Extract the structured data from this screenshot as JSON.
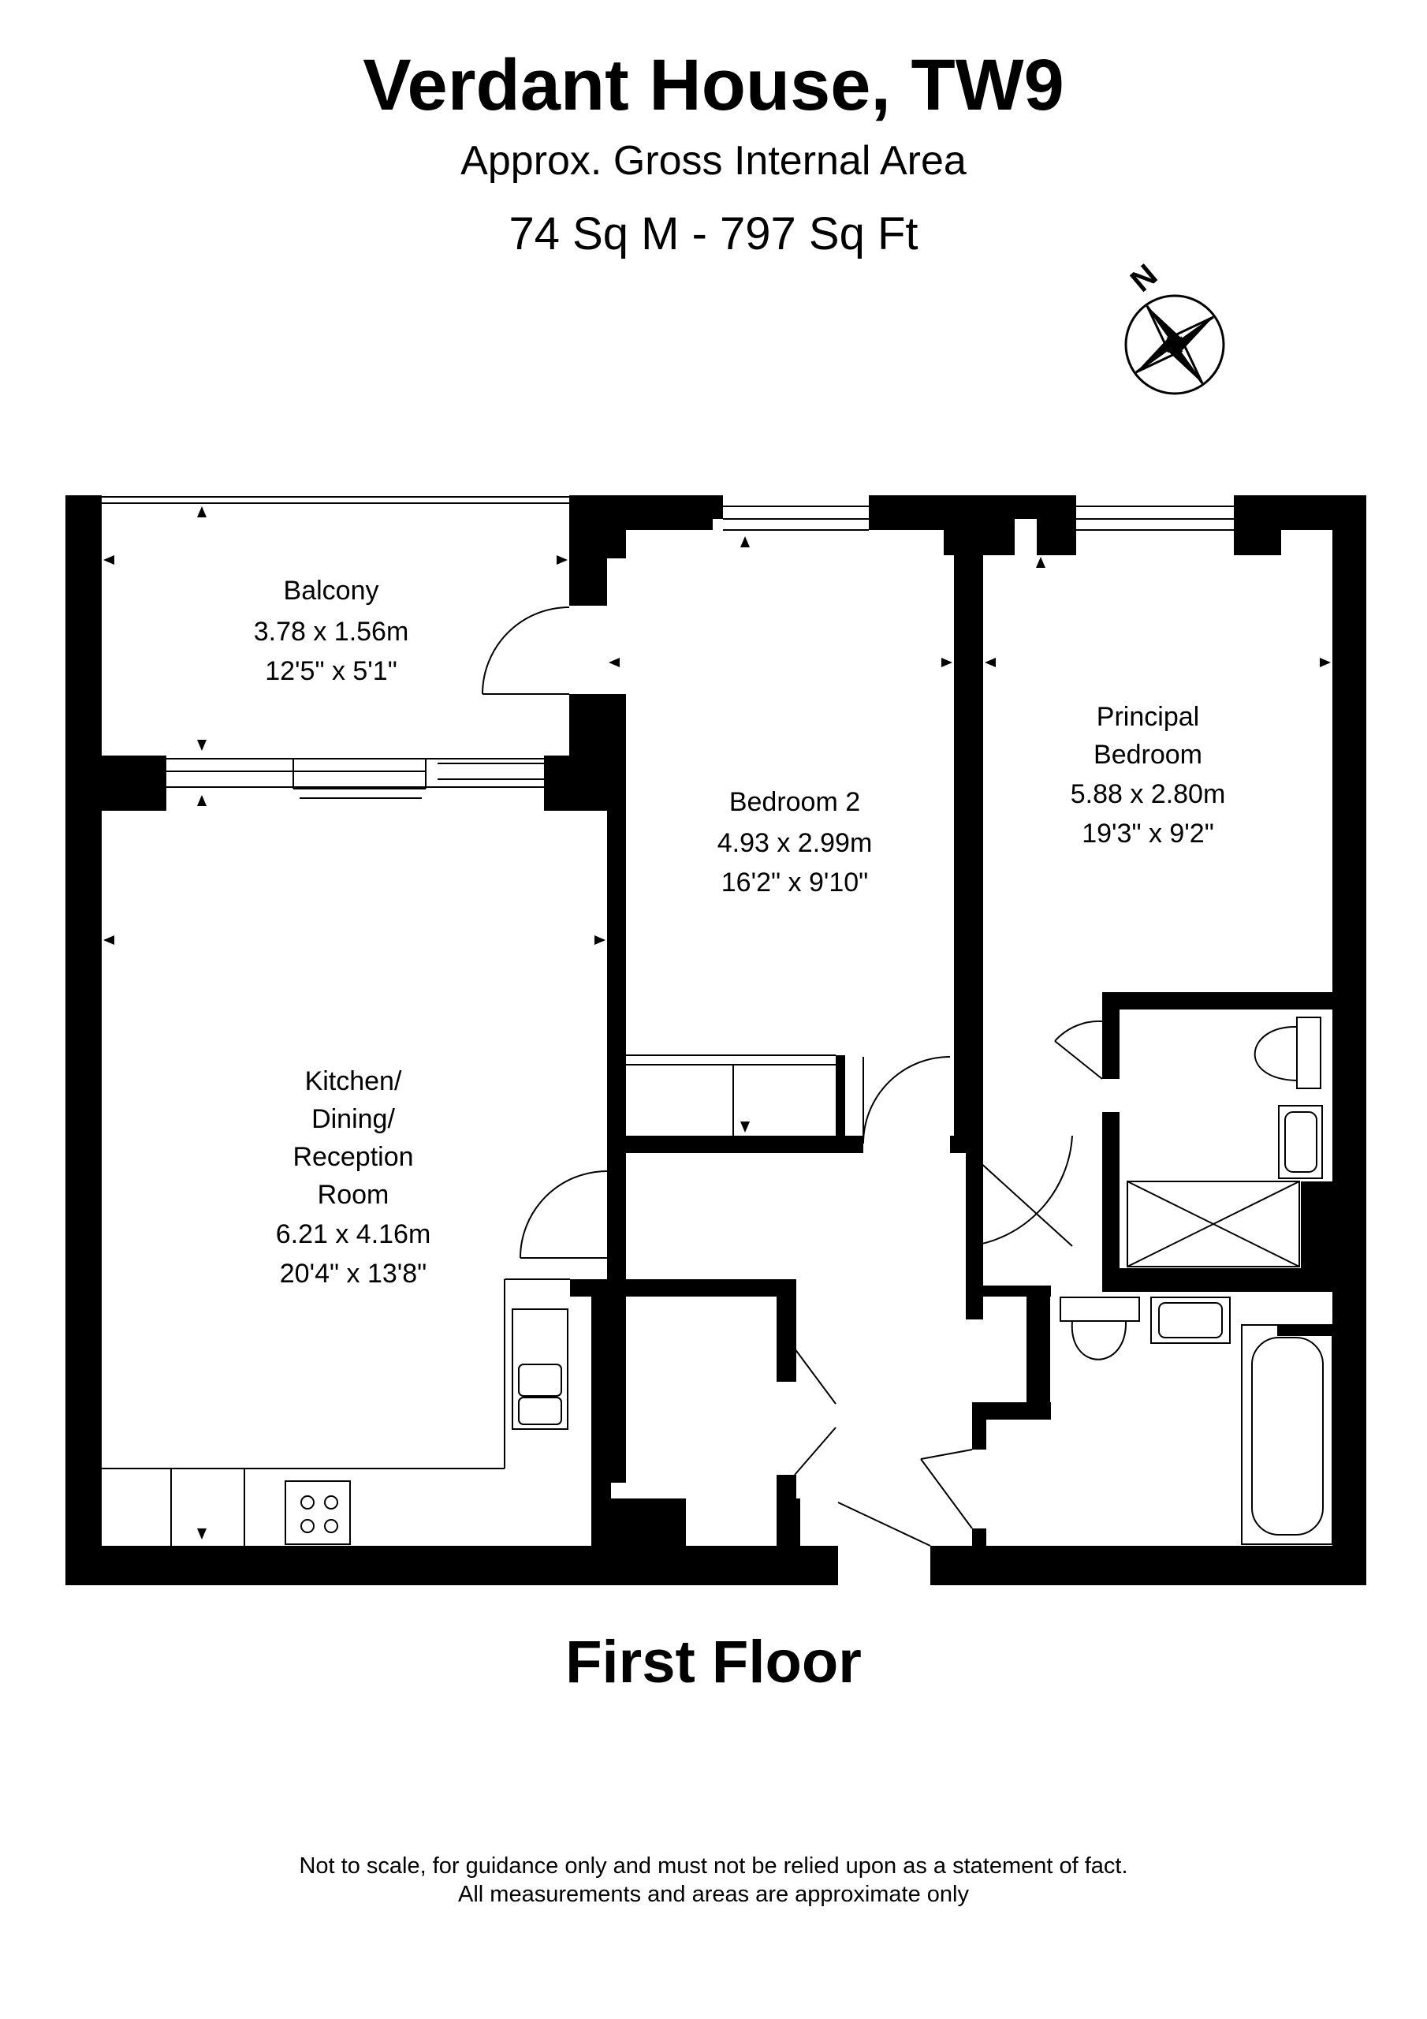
{
  "header": {
    "title": "Verdant House, TW9",
    "subtitle": "Approx. Gross Internal Area",
    "area": "74 Sq M -  797 Sq Ft"
  },
  "compass": {
    "label": "N"
  },
  "rooms": {
    "balcony": {
      "name": "Balcony",
      "metric": "3.78 x 1.56m",
      "imperial": "12'5\" x 5'1\""
    },
    "bedroom2": {
      "name": "Bedroom 2",
      "metric": "4.93 x 2.99m",
      "imperial": "16'2\" x 9'10\""
    },
    "principal": {
      "name_line1": "Principal",
      "name_line2": "Bedroom",
      "metric": "5.88 x 2.80m",
      "imperial": "19'3\" x 9'2\""
    },
    "kitchen": {
      "name_line1": "Kitchen/",
      "name_line2": "Dining/",
      "name_line3": "Reception",
      "name_line4": "Room",
      "metric": "6.21 x 4.16m",
      "imperial": "20'4\" x 13'8\""
    }
  },
  "floor": {
    "label": "First Floor"
  },
  "footer": {
    "line1": "Not to scale, for guidance only and must not be relied upon as a statement of fact.",
    "line2": "All measurements and areas are approximate only"
  },
  "colors": {
    "wall": "#000000",
    "background": "#ffffff",
    "fixture_line": "#000000"
  }
}
